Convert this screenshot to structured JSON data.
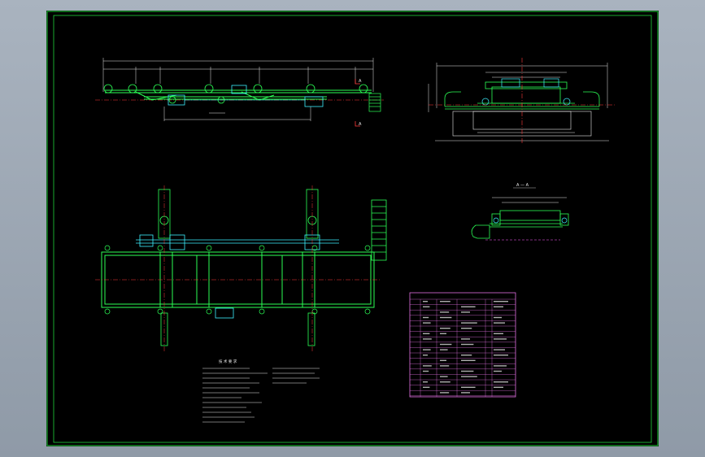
{
  "section_label": "A — A",
  "section_marker": "A",
  "notes_heading": "技 术 要 求",
  "colors": {
    "background": "#000000",
    "outer_frame": "#1fd43a",
    "green": "#2bff55",
    "cyan": "#3df2ff",
    "white": "#e8e8e8",
    "red": "#ff3a3a",
    "magenta": "#ff60ff",
    "table": "#e070e0",
    "page_bg": "#9aa5b1"
  }
}
